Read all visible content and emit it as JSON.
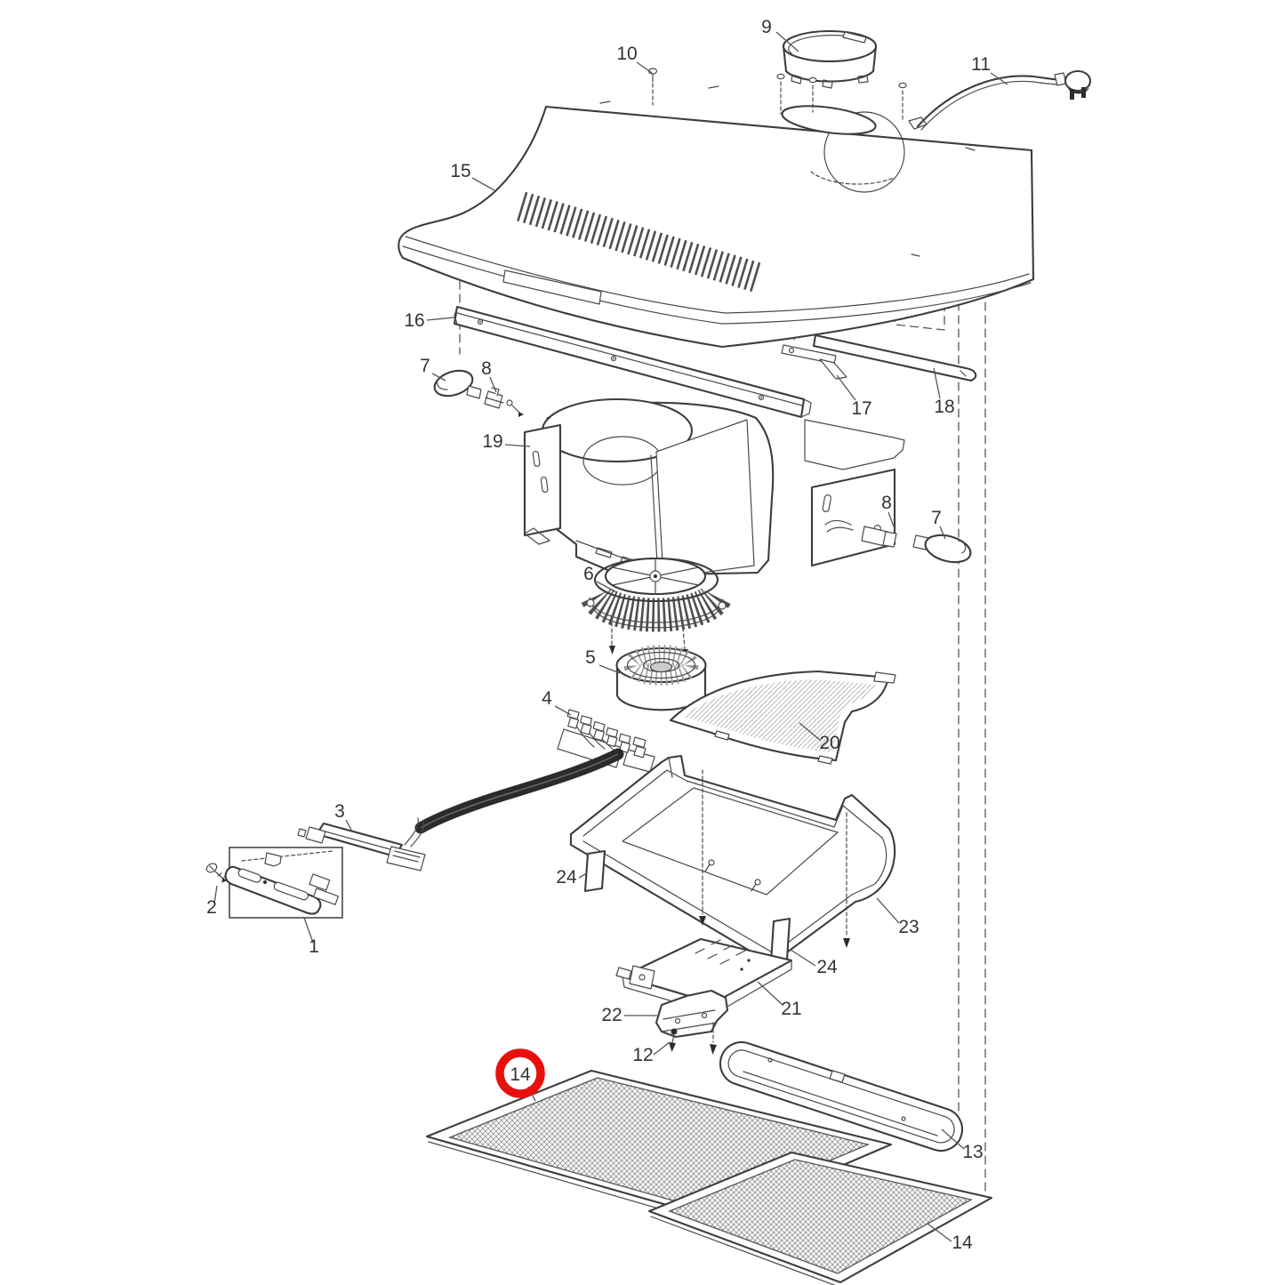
{
  "figure": {
    "kind": "exploded-parts-diagram",
    "background": "#ffffff",
    "ink": "#3d3d3d",
    "mesh_color": "#8f8f8f"
  },
  "highlight": {
    "label": "14",
    "shape": "circle",
    "color": "#e8100c"
  },
  "callouts": [
    {
      "text": "9"
    },
    {
      "text": "10"
    },
    {
      "text": "11"
    },
    {
      "text": "15"
    },
    {
      "text": "16"
    },
    {
      "text": "7"
    },
    {
      "text": "8"
    },
    {
      "text": "17"
    },
    {
      "text": "18"
    },
    {
      "text": "19"
    },
    {
      "text": "8"
    },
    {
      "text": "7"
    },
    {
      "text": "6"
    },
    {
      "text": "5"
    },
    {
      "text": "4"
    },
    {
      "text": "20"
    },
    {
      "text": "3"
    },
    {
      "text": "2"
    },
    {
      "text": "1"
    },
    {
      "text": "24"
    },
    {
      "text": "23"
    },
    {
      "text": "24"
    },
    {
      "text": "21"
    },
    {
      "text": "22"
    },
    {
      "text": "12"
    },
    {
      "text": "14"
    },
    {
      "text": "13"
    },
    {
      "text": "14"
    }
  ]
}
